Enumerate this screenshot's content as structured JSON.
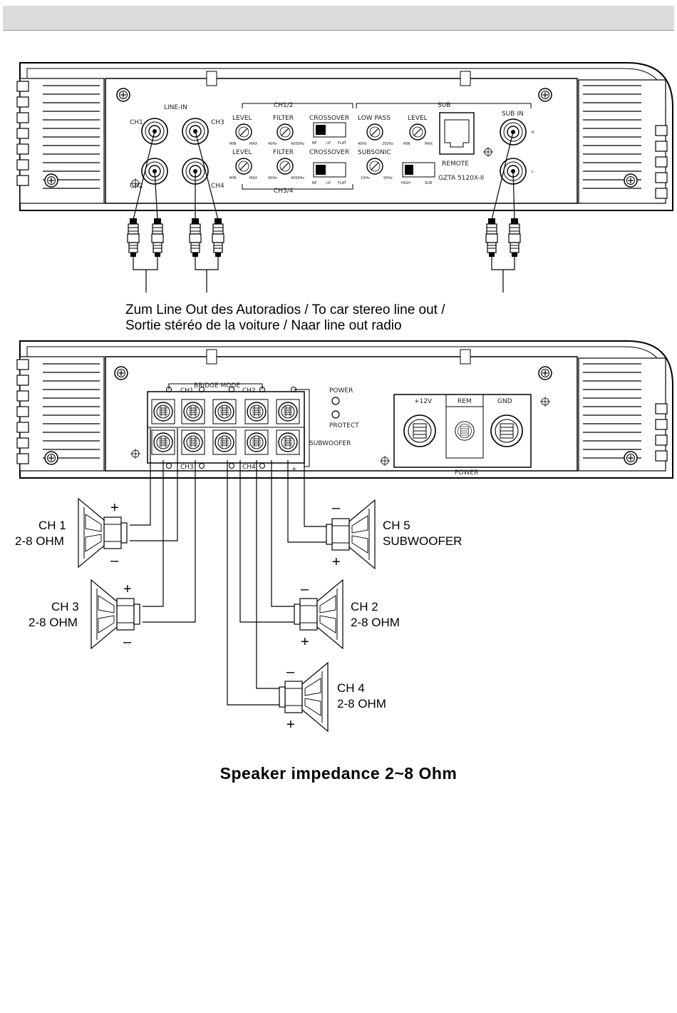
{
  "top_panel": {
    "line_in": "LINE-IN",
    "ch1": "CH1",
    "ch2": "CH2",
    "ch3": "CH3",
    "ch4": "CH4",
    "ch12": "CH1/2",
    "ch34": "CH3/4",
    "sub": "SUB",
    "level": "LEVEL",
    "filter": "FILTER",
    "crossover": "CROSSOVER",
    "low_pass": "LOW PASS",
    "subsonic": "SUBSONIC",
    "min": "MIN",
    "max": "MAX",
    "hz40": "40Hz",
    "hz4000": "4000Hz",
    "hz250": "250Hz",
    "hz10": "10Hz",
    "hz50": "50Hz",
    "bp": "BP",
    "lp": "LP",
    "flat": "FLAT",
    "high": "HIGH",
    "sub_sw": "SUB",
    "remote": "REMOTE",
    "model": "GZTA 5120X-II",
    "sub_in": "SUB IN",
    "r": "R",
    "l": "L"
  },
  "captions": {
    "line1": "Zum Line Out des Autoradios / To car stereo line out /",
    "line2": "Sortie stéréo de la voiture / Naar line out radio"
  },
  "bottom_panel": {
    "bridge_mode": "BRIDGE MODE",
    "ch1": "CH1",
    "ch2": "CH2",
    "ch3": "CH3",
    "ch4": "CH4",
    "power": "POWER",
    "protect": "PROTECT",
    "subwoofer": "SUBWOOFER",
    "plus12v": "+12V",
    "rem": "REM",
    "gnd": "GND",
    "power_label": "POWER"
  },
  "speakers": [
    {
      "name": "CH 1",
      "impedance": "2-8 OHM"
    },
    {
      "name": "CH 5",
      "impedance": "SUBWOOFER"
    },
    {
      "name": "CH 3",
      "impedance": "2-8 OHM"
    },
    {
      "name": "CH 2",
      "impedance": "2-8 OHM"
    },
    {
      "name": "CH 4",
      "impedance": "2-8 OHM"
    }
  ],
  "polarity": {
    "plus": "+",
    "minus": "–"
  },
  "footer": {
    "title": "Speaker impedance 2~8 Ohm"
  }
}
